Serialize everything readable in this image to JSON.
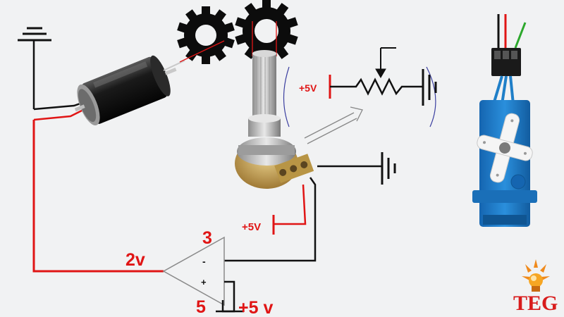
{
  "labels": {
    "pot_schematic_voltage": "+5V",
    "pot_terminal_voltage": "+5V",
    "opamp_input_voltage": "2v",
    "opamp_pin_inverting": "3",
    "opamp_pin_noninverting": "5",
    "opamp_minus_sign": "-",
    "opamp_plus_sign": "+",
    "opamp_supply_voltage": "+5 v"
  },
  "logo": {
    "text": "TEG"
  },
  "colors": {
    "background": "#f1f2f3",
    "wire_red": "#e01515",
    "wire_black": "#111111",
    "label_red": "#e01515",
    "servo_blue": "#1f7fc8",
    "logo_red": "#d81c1c",
    "logo_orange": "#f08a1c"
  },
  "icons": [
    "gear-icon",
    "ground-icon",
    "potentiometer-symbol",
    "dc-motor",
    "servo-motor",
    "op-amp-symbol",
    "lightbulb-logo"
  ]
}
